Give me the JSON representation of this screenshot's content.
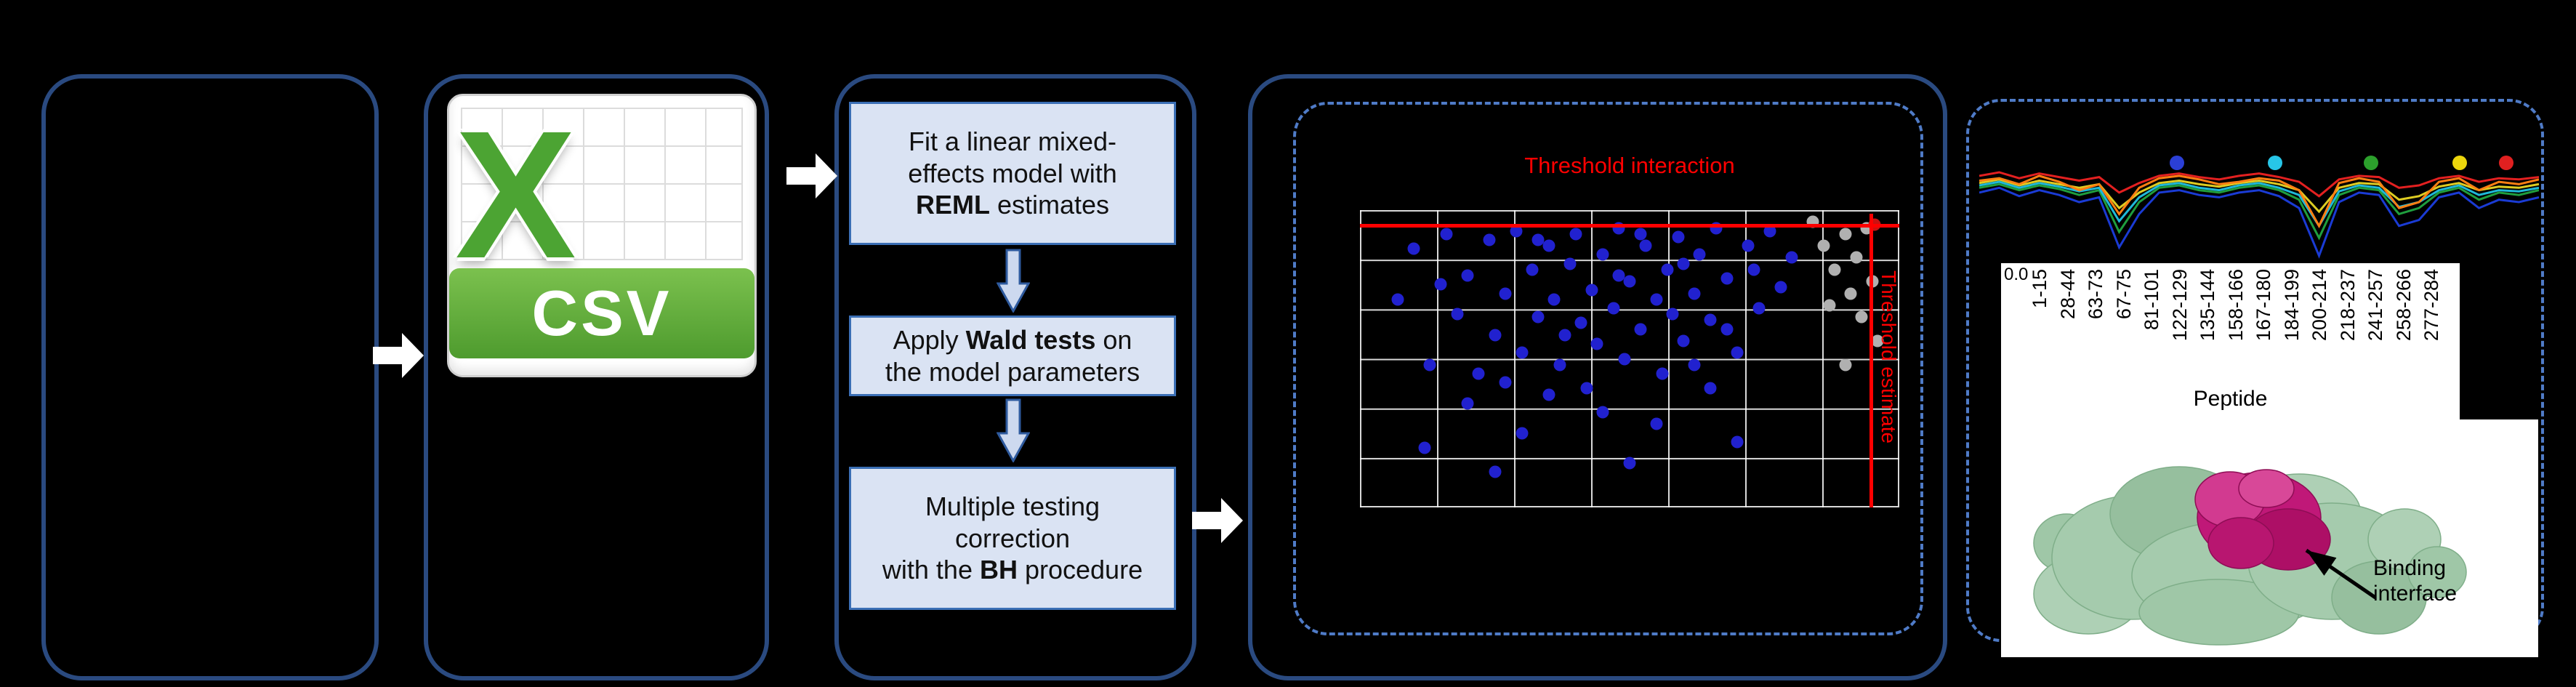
{
  "colors": {
    "background": "#000000",
    "box_border": "#2a4a80",
    "dashed_border": "#4f7bc7",
    "step_fill": "#dae3f3",
    "step_border": "#3b6fb5",
    "threshold_red": "#ff0000",
    "scatter_blue": "#2121cf",
    "scatter_gray": "#b0b0b0",
    "csv_green": "#4e9b2e",
    "structure_green": "#a5cbad",
    "structure_magenta": "#c2187c"
  },
  "pipeline": {
    "csv_icon": {
      "x_glyph": "X",
      "banner_label": "CSV"
    },
    "model_steps": [
      {
        "lines": [
          [
            {
              "t": "Fit a linear mixed-"
            }
          ],
          [
            {
              "t": "effects model with"
            }
          ],
          [
            {
              "t": "REML",
              "b": true
            },
            {
              "t": " estimates"
            }
          ]
        ]
      },
      {
        "lines": [
          [
            {
              "t": "Apply "
            },
            {
              "t": "Wald tests",
              "b": true
            },
            {
              "t": " on"
            }
          ],
          [
            {
              "t": "the model parameters"
            }
          ]
        ]
      },
      {
        "lines": [
          [
            {
              "t": "Multiple testing"
            }
          ],
          [
            {
              "t": "correction"
            }
          ],
          [
            {
              "t": "with the "
            },
            {
              "t": "BH",
              "b": true
            },
            {
              "t": " procedure"
            }
          ]
        ]
      }
    ]
  },
  "scatter": {
    "type": "scatter",
    "title": "Threshold interaction",
    "vertical_label": "Threshold estimate",
    "points_blue": [
      [
        0.07,
        0.3
      ],
      [
        0.1,
        0.13
      ],
      [
        0.13,
        0.52
      ],
      [
        0.16,
        0.08
      ],
      [
        0.18,
        0.35
      ],
      [
        0.2,
        0.22
      ],
      [
        0.22,
        0.55
      ],
      [
        0.24,
        0.1
      ],
      [
        0.25,
        0.42
      ],
      [
        0.27,
        0.28
      ],
      [
        0.29,
        0.07
      ],
      [
        0.3,
        0.48
      ],
      [
        0.32,
        0.2
      ],
      [
        0.33,
        0.36
      ],
      [
        0.35,
        0.12
      ],
      [
        0.36,
        0.3
      ],
      [
        0.37,
        0.52
      ],
      [
        0.39,
        0.18
      ],
      [
        0.4,
        0.08
      ],
      [
        0.41,
        0.38
      ],
      [
        0.43,
        0.27
      ],
      [
        0.44,
        0.45
      ],
      [
        0.45,
        0.15
      ],
      [
        0.47,
        0.33
      ],
      [
        0.48,
        0.06
      ],
      [
        0.49,
        0.5
      ],
      [
        0.5,
        0.24
      ],
      [
        0.52,
        0.4
      ],
      [
        0.53,
        0.12
      ],
      [
        0.55,
        0.3
      ],
      [
        0.56,
        0.55
      ],
      [
        0.57,
        0.2
      ],
      [
        0.59,
        0.09
      ],
      [
        0.6,
        0.44
      ],
      [
        0.62,
        0.28
      ],
      [
        0.63,
        0.15
      ],
      [
        0.65,
        0.37
      ],
      [
        0.66,
        0.06
      ],
      [
        0.68,
        0.23
      ],
      [
        0.7,
        0.48
      ],
      [
        0.72,
        0.12
      ],
      [
        0.74,
        0.33
      ],
      [
        0.76,
        0.07
      ],
      [
        0.78,
        0.26
      ],
      [
        0.8,
        0.16
      ],
      [
        0.45,
        0.68
      ],
      [
        0.3,
        0.75
      ],
      [
        0.55,
        0.72
      ],
      [
        0.25,
        0.88
      ],
      [
        0.12,
        0.8
      ],
      [
        0.65,
        0.6
      ],
      [
        0.35,
        0.62
      ],
      [
        0.2,
        0.65
      ],
      [
        0.5,
        0.85
      ],
      [
        0.7,
        0.78
      ],
      [
        0.15,
        0.25
      ],
      [
        0.38,
        0.42
      ],
      [
        0.58,
        0.35
      ],
      [
        0.42,
        0.6
      ],
      [
        0.33,
        0.1
      ],
      [
        0.62,
        0.52
      ],
      [
        0.27,
        0.58
      ],
      [
        0.48,
        0.22
      ],
      [
        0.68,
        0.4
      ],
      [
        0.73,
        0.2
      ],
      [
        0.52,
        0.08
      ],
      [
        0.6,
        0.18
      ]
    ],
    "points_gray": [
      [
        0.84,
        0.04
      ],
      [
        0.86,
        0.12
      ],
      [
        0.88,
        0.2
      ],
      [
        0.9,
        0.08
      ],
      [
        0.91,
        0.28
      ],
      [
        0.92,
        0.16
      ],
      [
        0.93,
        0.36
      ],
      [
        0.94,
        0.06
      ],
      [
        0.95,
        0.24
      ],
      [
        0.96,
        0.44
      ],
      [
        0.9,
        0.52
      ],
      [
        0.87,
        0.32
      ]
    ],
    "points_red": [
      [
        0.954,
        0.05
      ]
    ]
  },
  "profiles": {
    "type": "line",
    "legend_dots": [
      {
        "color": "#2b3fd6",
        "fx": 0.353
      },
      {
        "color": "#27c6e8",
        "fx": 0.529
      },
      {
        "color": "#2ca02c",
        "fx": 0.7
      },
      {
        "color": "#ecd60c",
        "fx": 0.859
      },
      {
        "color": "#e02020",
        "fx": 0.941
      }
    ],
    "series": [
      {
        "name": "blue",
        "color": "#1a3bd4",
        "values": [
          0.42,
          0.38,
          0.45,
          0.4,
          0.44,
          0.5,
          0.46,
          0.88,
          0.6,
          0.42,
          0.4,
          0.44,
          0.46,
          0.42,
          0.4,
          0.45,
          0.55,
          0.95,
          0.5,
          0.42,
          0.44,
          0.7,
          0.65,
          0.46,
          0.42,
          0.55,
          0.48,
          0.5,
          0.46
        ]
      },
      {
        "name": "green",
        "color": "#1f9e3e",
        "values": [
          0.38,
          0.35,
          0.4,
          0.36,
          0.39,
          0.44,
          0.4,
          0.75,
          0.5,
          0.38,
          0.36,
          0.4,
          0.42,
          0.38,
          0.36,
          0.4,
          0.48,
          0.8,
          0.44,
          0.38,
          0.4,
          0.6,
          0.55,
          0.42,
          0.38,
          0.48,
          0.42,
          0.44,
          0.4
        ]
      },
      {
        "name": "cyan",
        "color": "#1fb9d8",
        "values": [
          0.36,
          0.33,
          0.38,
          0.34,
          0.37,
          0.41,
          0.38,
          0.66,
          0.46,
          0.36,
          0.34,
          0.38,
          0.4,
          0.36,
          0.34,
          0.38,
          0.44,
          0.7,
          0.41,
          0.36,
          0.38,
          0.54,
          0.5,
          0.4,
          0.36,
          0.44,
          0.4,
          0.41,
          0.38
        ]
      },
      {
        "name": "yellow",
        "color": "#ddcc22",
        "values": [
          0.34,
          0.31,
          0.36,
          0.32,
          0.35,
          0.38,
          0.35,
          0.55,
          0.42,
          0.34,
          0.32,
          0.35,
          0.37,
          0.34,
          0.32,
          0.35,
          0.4,
          0.58,
          0.38,
          0.34,
          0.35,
          0.48,
          0.45,
          0.37,
          0.34,
          0.4,
          0.37,
          0.38,
          0.35
        ]
      },
      {
        "name": "orange",
        "color": "#ff7f12",
        "values": [
          0.32,
          0.3,
          0.35,
          0.28,
          0.33,
          0.4,
          0.35,
          0.6,
          0.38,
          0.3,
          0.28,
          0.31,
          0.35,
          0.33,
          0.3,
          0.32,
          0.4,
          0.7,
          0.34,
          0.3,
          0.33,
          0.55,
          0.5,
          0.33,
          0.3,
          0.4,
          0.33,
          0.35,
          0.31
        ]
      },
      {
        "name": "red",
        "color": "#e32020",
        "values": [
          0.28,
          0.25,
          0.3,
          0.26,
          0.29,
          0.32,
          0.29,
          0.42,
          0.34,
          0.28,
          0.26,
          0.29,
          0.31,
          0.28,
          0.26,
          0.29,
          0.33,
          0.45,
          0.31,
          0.28,
          0.29,
          0.38,
          0.36,
          0.3,
          0.28,
          0.33,
          0.3,
          0.31,
          0.29
        ]
      }
    ]
  },
  "peptide_axis": {
    "ytick": "0.0",
    "labels": [
      "1-15",
      "28-44",
      "63-73",
      "67-75",
      "81-101",
      "122-129",
      "135-144",
      "158-166",
      "167-180",
      "184-199",
      "200-214",
      "218-237",
      "241-257",
      "258-266",
      "277-284"
    ],
    "xlabel": "Peptide"
  },
  "structure": {
    "annotation": "Binding interface"
  }
}
